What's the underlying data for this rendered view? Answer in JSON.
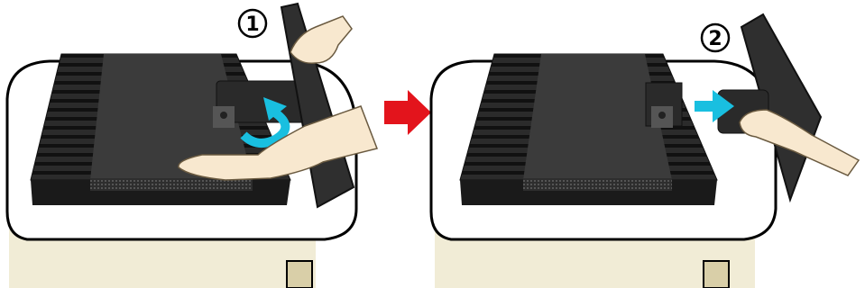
{
  "steps": [
    {
      "number": "1",
      "action": "rotate-and-unlock",
      "arrow_icon": "curved-arrow-icon"
    },
    {
      "number": "2",
      "action": "pull-out-stand-body",
      "arrow_icon": "straight-arrow-icon"
    }
  ],
  "transition_icon": "right-arrow-icon",
  "colors": {
    "table": "#f1ecd6",
    "table_outline": "#000000",
    "monitor_back": "#3a3a3a",
    "vents": "#1c1c1c",
    "skin": "#f8e8cf",
    "cyan_arrow": "#19bfe0",
    "red_arrow": "#e3141c"
  }
}
